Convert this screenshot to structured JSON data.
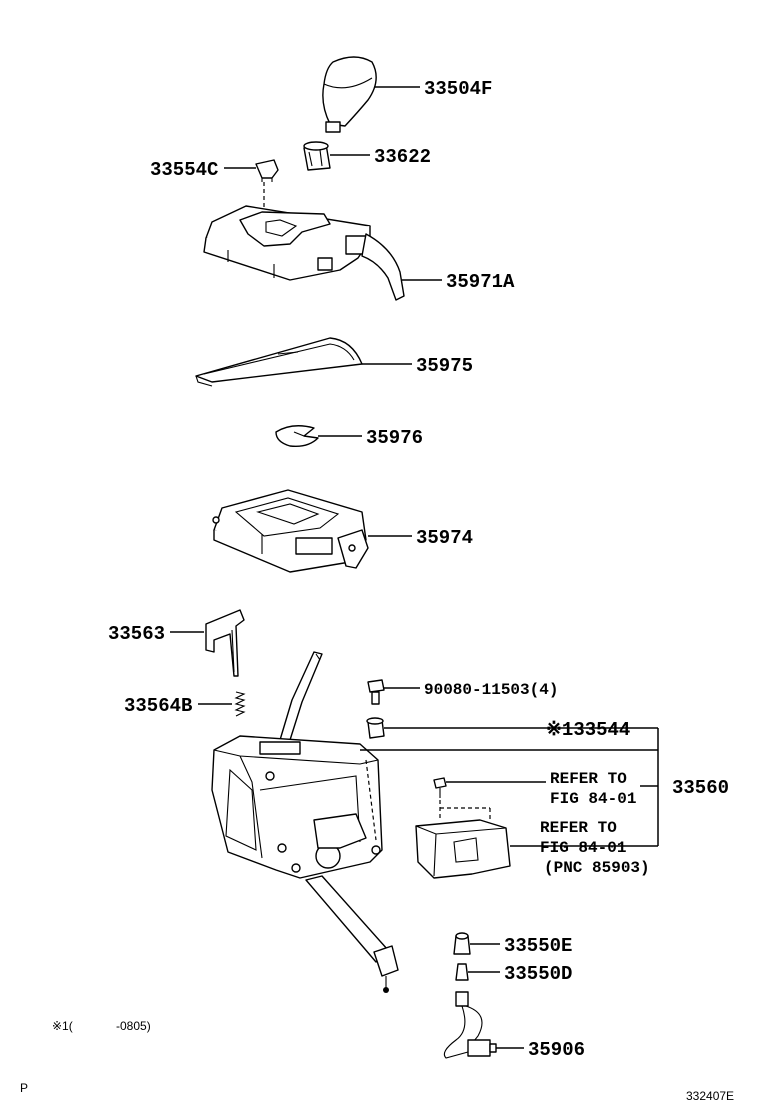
{
  "parts": {
    "p33504F": "33504F",
    "p33622": "33622",
    "p33554C": "33554C",
    "p35971A": "35971A",
    "p35975": "35975",
    "p35976": "35976",
    "p35974": "35974",
    "p33563": "33563",
    "p33564B": "33564B",
    "p90080": "90080-11503(4)",
    "p133544": "※133544",
    "p33560": "33560",
    "p33550E": "33550E",
    "p33550D": "33550D",
    "p35906": "35906"
  },
  "refs": {
    "refer1_line1": "REFER TO",
    "refer1_line2": "FIG 84-01",
    "refer2_line1": "REFER TO",
    "refer2_line2": "FIG 84-01",
    "refer2_line3": "(PNC 85903)"
  },
  "footnote": {
    "mark": "※1(",
    "range": "-0805)"
  },
  "corner": {
    "left": "P",
    "right": "332407E"
  }
}
